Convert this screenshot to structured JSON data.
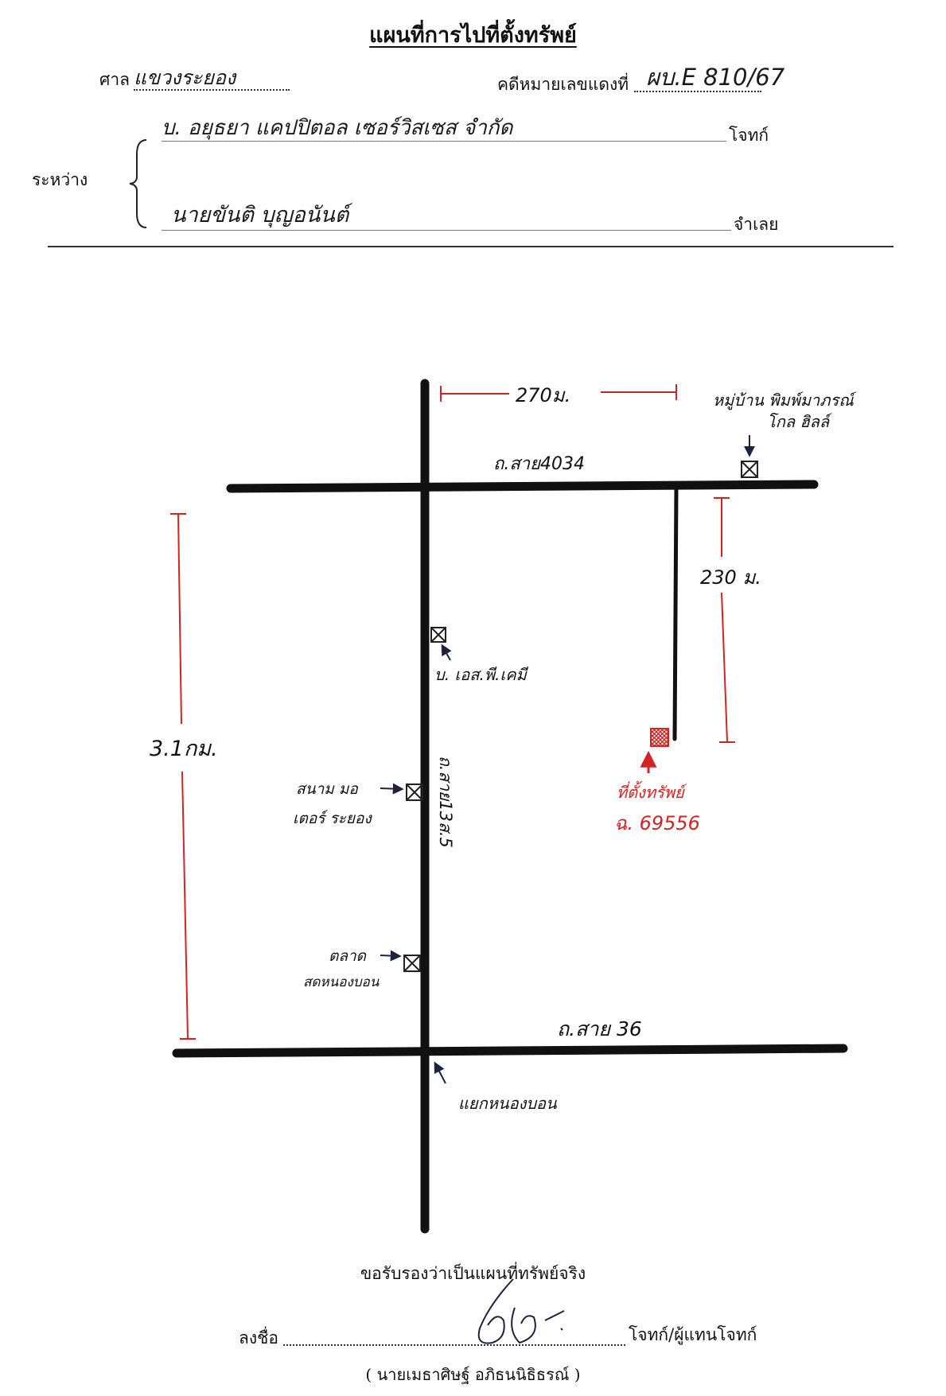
{
  "header": {
    "title": "แผนที่การไปที่ตั้งทรัพย์",
    "court_label": "ศาล",
    "court_value": "แขวงระยอง",
    "case_label": "คดีหมายเลขแดงที่",
    "case_value": "ผบ.E 810/67",
    "between_label": "ระหว่าง",
    "plaintiff_value": "บ. อยุธยา แคปปิตอล เซอร์วิสเซส จำกัด",
    "plaintiff_label": "โจทก์",
    "defendant_value": "นายขันติ บุญอนันต์",
    "defendant_label": "จำเลย"
  },
  "map": {
    "road_top": "ถ.สาย4034",
    "road_bottom": "ถ.สาย 36",
    "road_vertical": "ถ.สาย13ส.5",
    "dist_top": "270ม.",
    "dist_right": "230 ม.",
    "dist_left": "3.1กม.",
    "village": [
      "หมู่บ้าน พิมพ์มาภรณ์",
      "โกล ฮิลล์"
    ],
    "company": "บ. เอส.พี.เคมี",
    "stadium": [
      "สนาม มอ",
      "เตอร์ ระยอง"
    ],
    "market": [
      "ตลาด",
      "สดหนองบอน"
    ],
    "junction": "แยกหนองบอน",
    "property": "ที่ตั้งทรัพย์",
    "deed": "ฉ. 69556"
  },
  "footer": {
    "certify": "ขอรับรองว่าเป็นแผนที่ทรัพย์จริง",
    "sign_label": "ลงชื่อ",
    "sign_role": "โจทก์/ผู้แทนโจทก์",
    "sign_name": "( นายเมธาศิษฐ์ อภิธนนิธิธรณ์ )"
  },
  "colors": {
    "ink": "#111111",
    "red": "#d42323",
    "arrow": "#1b2340"
  }
}
